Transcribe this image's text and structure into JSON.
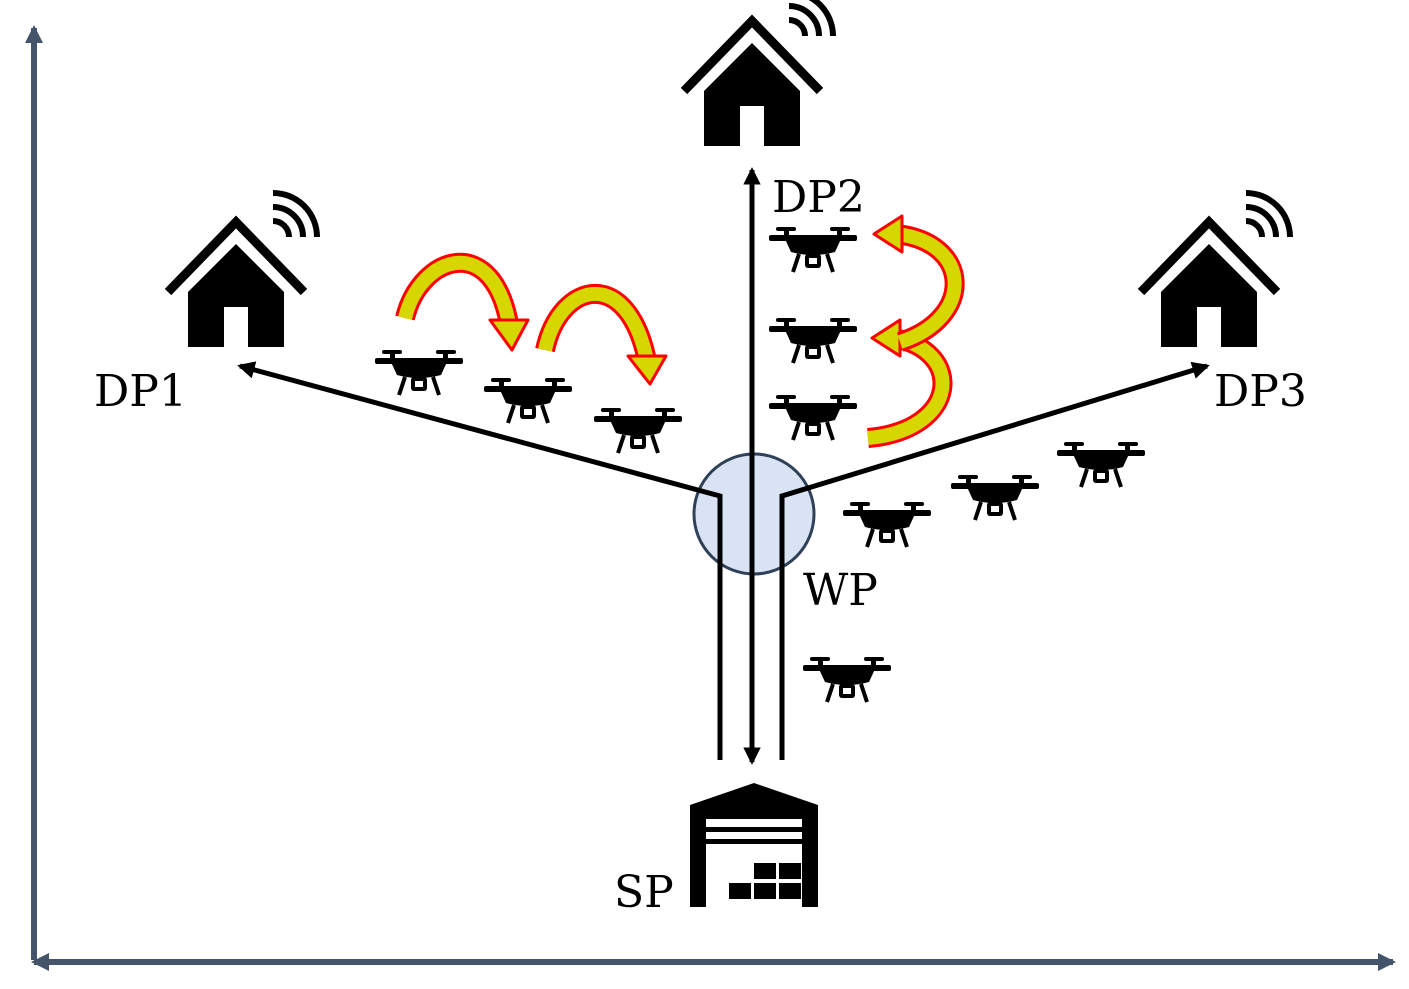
{
  "labels": {
    "dp1": "DP1",
    "dp2": "DP2",
    "dp3": "DP3",
    "wp": "WP",
    "sp": "SP"
  },
  "icons": {
    "delivery_point": "house-wifi-icon",
    "supply_point": "warehouse-icon",
    "vehicle": "drone-icon",
    "swap": "curved-arrow-icon"
  },
  "colors": {
    "axes": "#44546a",
    "arrows": "#000000",
    "waypoint_fill": "#dae3f3",
    "waypoint_stroke": "#2f4158",
    "swap_fill": "#d6d600",
    "swap_stroke": "#ff0000"
  }
}
